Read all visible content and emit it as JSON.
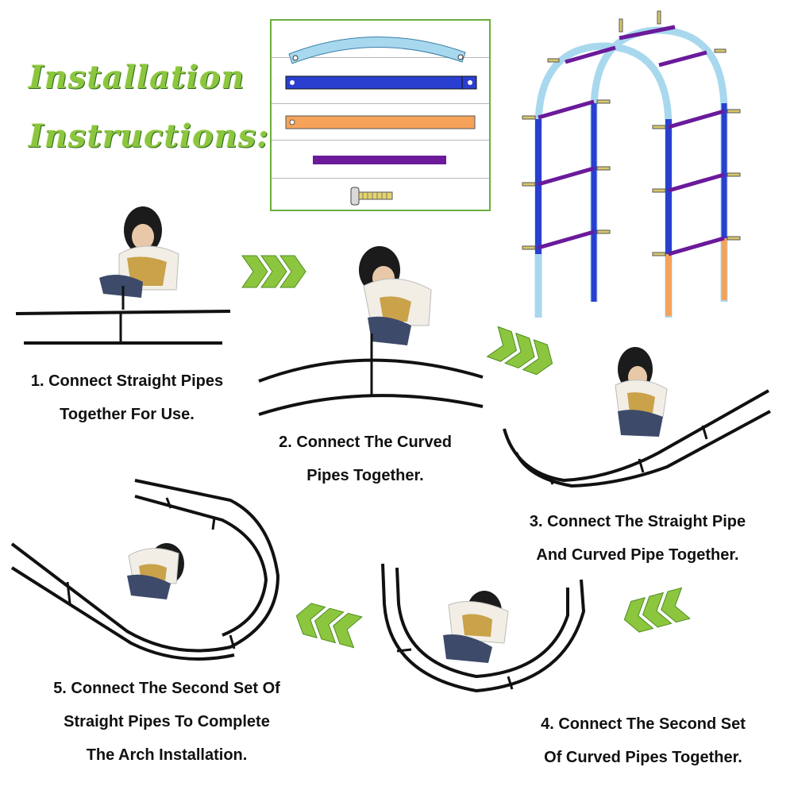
{
  "title": {
    "line1": "Installation",
    "line2": "Instructions:"
  },
  "steps": [
    {
      "line1": "1. Connect Straight Pipes",
      "line2": "Together For Use."
    },
    {
      "line1": "2. Connect The Curved",
      "line2": "Pipes Together."
    },
    {
      "line1": "3. Connect The Straight Pipe",
      "line2": "And Curved Pipe Together."
    },
    {
      "line1": "4. Connect The Second Set",
      "line2": "Of Curved Pipes Together."
    },
    {
      "line1": "5. Connect The Second Set Of",
      "line2": "Straight Pipes To Complete",
      "line3": "The Arch Installation."
    }
  ],
  "parts": [
    "curved-pipe",
    "blue-straight-pipe",
    "orange-base-pipe",
    "purple-crossbar",
    "bolt"
  ],
  "colors": {
    "title_green": "#8cc63f",
    "arrow_green": "#8cc63f",
    "curved_pipe": "#a8d8ee",
    "straight_pipe": "#2a3fd0",
    "base_pipe": "#f5a35a",
    "crossbar": "#6a1a9a",
    "frame_black": "#1a1a1a"
  }
}
